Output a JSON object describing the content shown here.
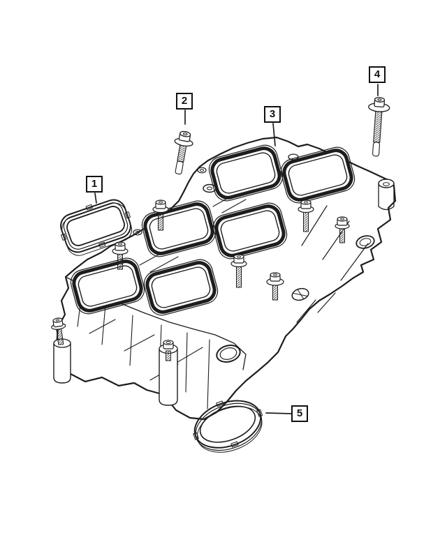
{
  "drawing": {
    "background": "#ffffff",
    "line_color": "#1d1d1d",
    "callouts": [
      {
        "label": "1"
      },
      {
        "label": "2"
      },
      {
        "label": "3"
      },
      {
        "label": "4"
      },
      {
        "label": "5"
      }
    ]
  }
}
